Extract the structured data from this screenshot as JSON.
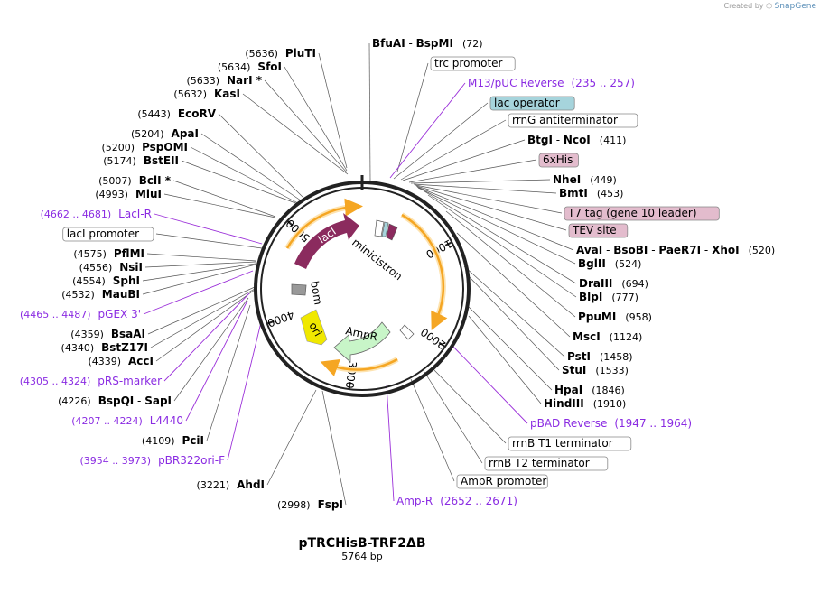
{
  "credit": {
    "created_by": "Created by",
    "brand": "SnapGene"
  },
  "plasmid": {
    "name": "pTRCHisB-TRF2ΔB",
    "size": "5764 bp"
  },
  "ruler": [
    {
      "pos": 0,
      "label": ""
    },
    {
      "pos": 1000,
      "label": "1000"
    },
    {
      "pos": 2000,
      "label": "2000"
    },
    {
      "pos": 3000,
      "label": "3000"
    },
    {
      "pos": 4000,
      "label": "4000"
    },
    {
      "pos": 5000,
      "label": "5000"
    }
  ],
  "inner_features": [
    {
      "id": "laci",
      "label": "lacI",
      "color": "#8b2b5e"
    },
    {
      "id": "ori",
      "label": "ori",
      "color": "#f0e800"
    },
    {
      "id": "ampr",
      "label": "AmpR",
      "color": "#c8f5c8"
    },
    {
      "id": "bom",
      "label": "bom",
      "color": "#999999"
    },
    {
      "id": "minicistron",
      "label": "minicistron",
      "color": "#ffffff"
    }
  ],
  "right_labels": [
    {
      "name": "BfuAI",
      "name2": "BspMI",
      "pos": "(72)",
      "type": "enzyme2"
    },
    {
      "name": "trc promoter",
      "type": "box",
      "fill": "#ffffff"
    },
    {
      "name": "M13/pUC Reverse",
      "pos": "(235 .. 257)",
      "type": "purple"
    },
    {
      "name": "lac operator",
      "type": "box",
      "fill": "#a6d4dc"
    },
    {
      "name": "rrnG antiterminator",
      "type": "box",
      "fill": "#ffffff"
    },
    {
      "name": "BtgI",
      "name2": "NcoI",
      "pos": "(411)",
      "type": "enzyme2"
    },
    {
      "name": "6xHis",
      "type": "box",
      "fill": "#e3bccd"
    },
    {
      "name": "NheI",
      "pos": "(449)",
      "type": "enzyme"
    },
    {
      "name": "BmtI",
      "pos": "(453)",
      "type": "enzyme"
    },
    {
      "name": "T7 tag (gene 10 leader)",
      "type": "box",
      "fill": "#e3bccd"
    },
    {
      "name": "TEV site",
      "type": "box",
      "fill": "#e3bccd"
    },
    {
      "name": "AvaI",
      "name2": "BsoBI",
      "name3": "PaeR7I",
      "name4": "XhoI",
      "pos": "(520)",
      "type": "enzyme4"
    },
    {
      "name": "BglII",
      "pos": "(524)",
      "type": "enzyme"
    },
    {
      "name": "DraIII",
      "pos": "(694)",
      "type": "enzyme"
    },
    {
      "name": "BlpI",
      "pos": "(777)",
      "type": "enzyme"
    },
    {
      "name": "PpuMI",
      "pos": "(958)",
      "type": "enzyme"
    },
    {
      "name": "MscI",
      "pos": "(1124)",
      "type": "enzyme"
    },
    {
      "name": "PstI",
      "pos": "(1458)",
      "type": "enzyme"
    },
    {
      "name": "StuI",
      "pos": "(1533)",
      "type": "enzyme"
    },
    {
      "name": "HpaI",
      "pos": "(1846)",
      "type": "enzyme"
    },
    {
      "name": "HindIII",
      "pos": "(1910)",
      "type": "enzyme"
    },
    {
      "name": "pBAD Reverse",
      "pos": "(1947 .. 1964)",
      "type": "purple"
    },
    {
      "name": "rrnB T1 terminator",
      "type": "box",
      "fill": "#ffffff"
    },
    {
      "name": "rrnB T2 terminator",
      "type": "box",
      "fill": "#ffffff"
    },
    {
      "name": "AmpR promoter",
      "type": "box",
      "fill": "#ffffff"
    },
    {
      "name": "Amp-R",
      "pos": "(2652 .. 2671)",
      "type": "purple"
    }
  ],
  "left_labels": [
    {
      "pos": "(5636)",
      "name": "PluTI",
      "type": "enzyme"
    },
    {
      "pos": "(5634)",
      "name": "SfoI",
      "type": "enzyme"
    },
    {
      "pos": "(5633)",
      "name": "NarI *",
      "type": "enzyme"
    },
    {
      "pos": "(5632)",
      "name": "KasI",
      "type": "enzyme"
    },
    {
      "pos": "(5443)",
      "name": "EcoRV",
      "type": "enzyme"
    },
    {
      "pos": "(5204)",
      "name": "ApaI",
      "type": "enzyme"
    },
    {
      "pos": "(5200)",
      "name": "PspOMI",
      "type": "enzyme"
    },
    {
      "pos": "(5174)",
      "name": "BstEII",
      "type": "enzyme"
    },
    {
      "pos": "(5007)",
      "name": "BclI *",
      "type": "enzyme"
    },
    {
      "pos": "(4993)",
      "name": "MluI",
      "type": "enzyme"
    },
    {
      "pos": "(4662 .. 4681)",
      "name": "LacI-R",
      "type": "purple"
    },
    {
      "name": "lacI promoter",
      "type": "box"
    },
    {
      "pos": "(4575)",
      "name": "PflMI",
      "type": "enzyme"
    },
    {
      "pos": "(4556)",
      "name": "NsiI",
      "type": "enzyme"
    },
    {
      "pos": "(4554)",
      "name": "SphI",
      "type": "enzyme"
    },
    {
      "pos": "(4532)",
      "name": "MauBI",
      "type": "enzyme"
    },
    {
      "pos": "(4465 .. 4487)",
      "name": "pGEX 3'",
      "type": "purple"
    },
    {
      "pos": "(4359)",
      "name": "BsaAI",
      "type": "enzyme"
    },
    {
      "pos": "(4340)",
      "name": "BstZ17I",
      "type": "enzyme"
    },
    {
      "pos": "(4339)",
      "name": "AccI",
      "type": "enzyme"
    },
    {
      "pos": "(4305 .. 4324)",
      "name": "pRS-marker",
      "type": "purple"
    },
    {
      "pos": "(4226)",
      "name": "BspQI",
      "name2": "SapI",
      "type": "enzyme2"
    },
    {
      "pos": "(4207 .. 4224)",
      "name": "L4440",
      "type": "purple"
    },
    {
      "pos": "(4109)",
      "name": "PciI",
      "type": "enzyme"
    },
    {
      "pos": "(3954 .. 3973)",
      "name": "pBR322ori-F",
      "type": "purple"
    },
    {
      "pos": "(3221)",
      "name": "AhdI",
      "type": "enzyme"
    },
    {
      "pos": "(2998)",
      "name": "FspI",
      "type": "enzyme"
    }
  ]
}
